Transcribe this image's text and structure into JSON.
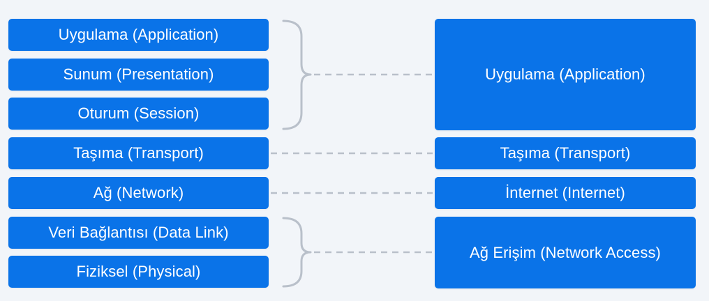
{
  "osi_model": {
    "layers": [
      "Uygulama (Application)",
      "Sunum (Presentation)",
      "Oturum (Session)",
      "Taşıma (Transport)",
      "Ağ (Network)",
      "Veri Bağlantısı (Data Link)",
      "Fiziksel (Physical)"
    ]
  },
  "tcpip_model": {
    "layers": [
      "Uygulama (Application)",
      "Taşıma (Transport)",
      "İnternet (Internet)",
      "Ağ Erişim (Network Access)"
    ]
  },
  "colors": {
    "box": "#0a73e8",
    "text": "#ffffff",
    "background": "#f2f5f9",
    "connector": "#b9c0ca"
  }
}
